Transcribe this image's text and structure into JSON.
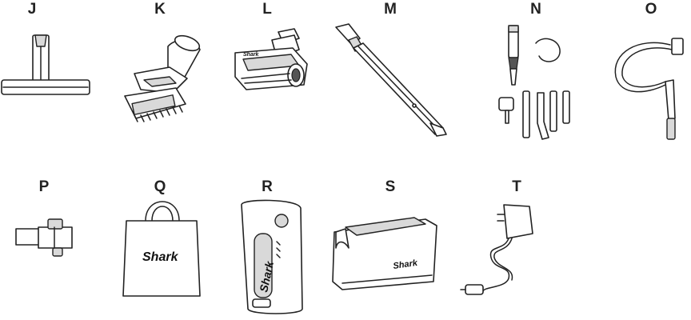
{
  "labels": {
    "J": "J",
    "K": "K",
    "L": "L",
    "M": "M",
    "N": "N",
    "O": "O",
    "P": "P",
    "Q": "Q",
    "R": "R",
    "S": "S",
    "T": "T"
  },
  "brand": "Shark"
}
